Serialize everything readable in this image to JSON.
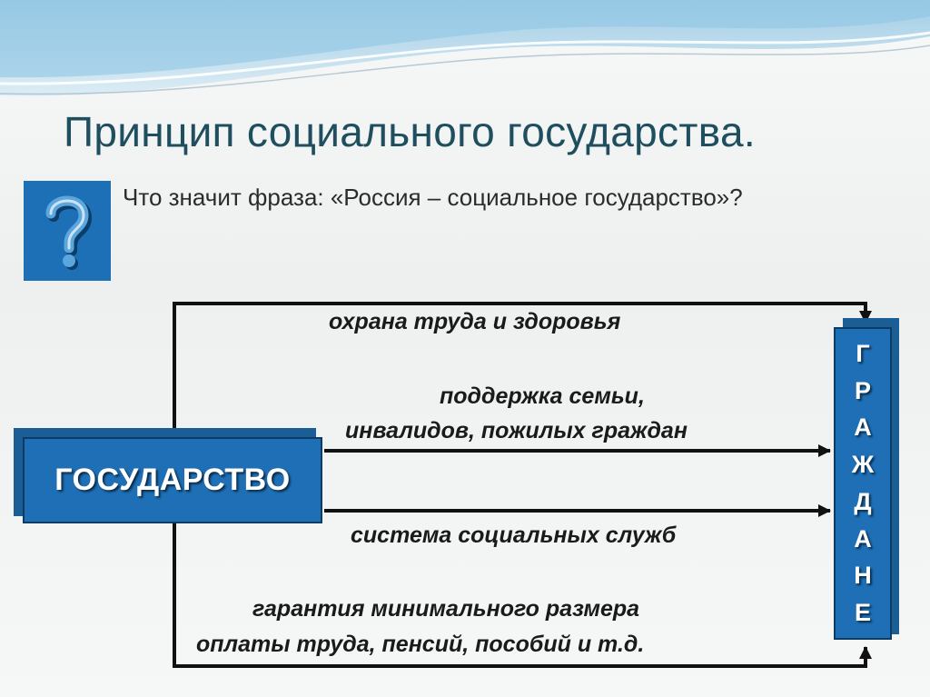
{
  "title": "Принцип социального государства.",
  "question": {
    "icon": "question-mark-icon",
    "text": "Что значит фраза: «Россия – социальное государство»?"
  },
  "state_box": {
    "label": "ГОСУДАРСТВО"
  },
  "citizens_box": {
    "letters": [
      "Г",
      "Р",
      "А",
      "Ж",
      "Д",
      "А",
      "Н",
      "Е"
    ]
  },
  "links": [
    {
      "text": "охрана труда и здоровья"
    },
    {
      "line1": "поддержка семьи,",
      "line2": "инвалидов, пожилых граждан"
    },
    {
      "text": "система социальных служб"
    },
    {
      "line1": "гарантия минимального размера",
      "line2": "оплаты труда, пенсий, пособий и т.д."
    }
  ],
  "colors": {
    "title": "#1f4e5f",
    "box_fill": "#1e6fb5",
    "box_shadow": "#1b5e96",
    "lines": "#111111"
  }
}
